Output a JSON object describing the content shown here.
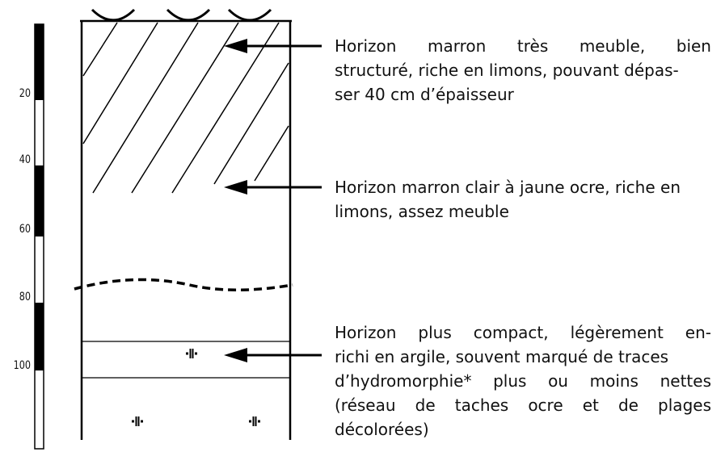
{
  "depth_scale": {
    "ticks": [
      "20",
      "40",
      "60",
      "80",
      "100"
    ]
  },
  "horizons": [
    {
      "description": "Horizon marron très meuble, bien structuré, riche en limons, pouvant dépasser 40 cm d’épaisseur",
      "display_lines": [
        "Horizon marron très meuble, bien",
        "structuré, riche en limons, pouvant dépas-",
        "ser 40 cm d’épaisseur"
      ]
    },
    {
      "description": "Horizon marron clair à jaune ocre, riche en limons, assez meuble",
      "display_lines": [
        "Horizon marron clair à jaune ocre, riche en",
        "limons, assez meuble"
      ]
    },
    {
      "description": "Horizon plus compact, légèrement enrichi en argile, souvent marqué de traces d’hydromorphie* plus ou moins nettes (réseau de taches ocre et de plages décolorées)",
      "display_lines": [
        "Horizon plus compact, légèrement en-",
        "richi en argile, souvent marqué de traces",
        "d’hydromorphie* plus ou moins nettes",
        "(réseau de taches ocre et de plages",
        "décolorées)"
      ]
    }
  ]
}
